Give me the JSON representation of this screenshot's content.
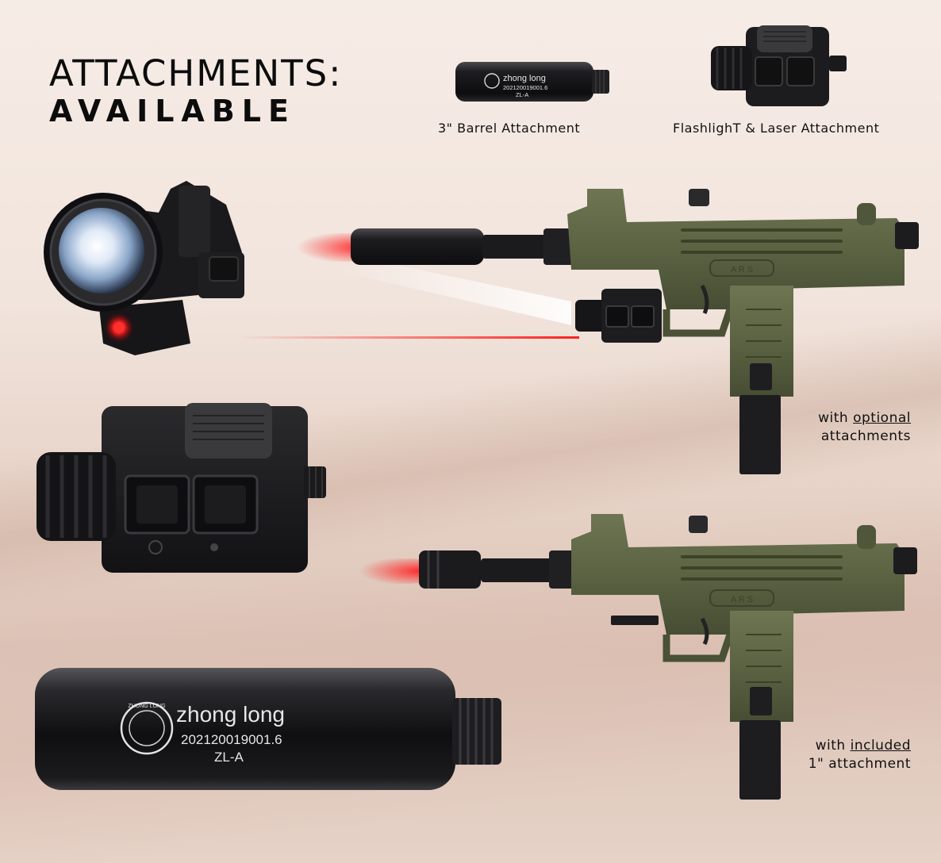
{
  "headline": {
    "line1": "ATTACHMENTS:",
    "line2": "AVAILABLE"
  },
  "thumbnails": {
    "barrel_caption": "3\" Barrel Attachment",
    "light_caption": "FlashlighT & Laser Attachment"
  },
  "barrel_engraving": {
    "brand": "zhong long",
    "serial": "202120019001.6",
    "model": "ZL-A",
    "emblem_text": "ZHONG LONG"
  },
  "gun_marking": "A R S",
  "caption_top": {
    "prefix": "with ",
    "emphasis": "optional",
    "line2": "attachments"
  },
  "caption_bottom": {
    "prefix": "with ",
    "emphasis": "included",
    "line2": "1\" attachment"
  },
  "colors": {
    "gun_green": "#5b6343",
    "laser_red": "#ff1e1e",
    "attachment_black": "#1b1b1d"
  }
}
